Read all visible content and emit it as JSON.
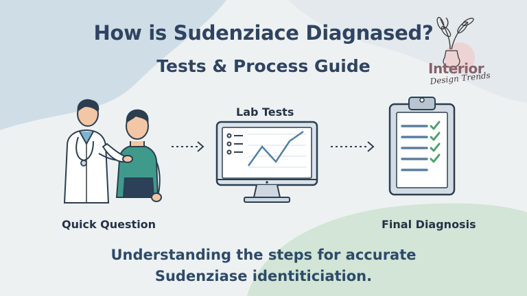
{
  "header": {
    "title": "How is Sudenziace Diagnased?",
    "subtitle": "Tests & Process Guide"
  },
  "logo": {
    "word": "Interior",
    "sub": "Design Trends"
  },
  "steps": [
    {
      "label": "Quick Question",
      "icon": "doctor-patient-icon"
    },
    {
      "label": "Lab Tests",
      "icon": "monitor-chart-icon"
    },
    {
      "label": "Final Diagnosis",
      "icon": "clipboard-checklist-icon"
    }
  ],
  "tagline": {
    "line1": "Understanding the steps for accurate",
    "line2": "Sudenziase identiticiation."
  },
  "colors": {
    "title": "#2f4461",
    "teal_shirt": "#3f9a8c",
    "chart_line": "#4e7fa8",
    "check_green": "#4f9e6b",
    "blob_blue": "#c9d9e4",
    "blob_green": "#cfe3d4"
  }
}
